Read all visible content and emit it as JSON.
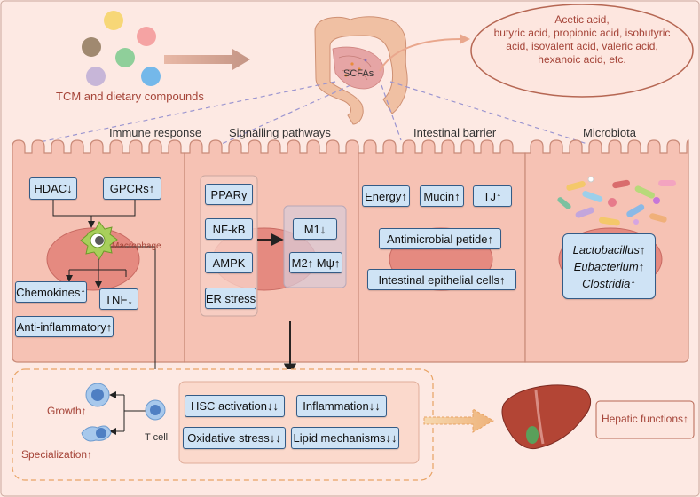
{
  "source": {
    "label": "TCM and dietary compounds"
  },
  "gut": {
    "label": "SCFAs"
  },
  "scfa_list": {
    "line1": "Acetic acid,",
    "line2": "butyric acid, propionic acid, isobutyric",
    "line3": "acid, isovalent acid, valeric acid,",
    "line4": "hexanoic acid, etc."
  },
  "panels": {
    "immune": {
      "title": "Immune response",
      "hdac": "HDAC↓",
      "gpcrs": "GPCRs↑",
      "macrophage": "Macrophage",
      "chemokines": "Chemokines↑",
      "tnf": "TNF↓",
      "anti": "Anti-inflammatory↑"
    },
    "signal": {
      "title": "Signalling pathways",
      "ppar": "PPARγ",
      "nfkb": "NF-kB",
      "ampk": "AMPK",
      "er": "ER stress",
      "m1": "M1↓",
      "m2": "M2↑ Mψ↑"
    },
    "barrier": {
      "title": "Intestinal barrier",
      "energy": "Energy↑",
      "mucin": "Mucin↑",
      "tj": "TJ↑",
      "amp": "Antimicrobial petide↑",
      "iec": "Intestinal epithelial cells↑"
    },
    "microbiota": {
      "title": "Microbiota",
      "b1": "Lactobacillus↑",
      "b2": "Eubacterium↑",
      "b3": "Clostridia↑"
    }
  },
  "bottom": {
    "growth": "Growth↑",
    "special": "Specialization↑",
    "tcell": "T cell",
    "hsc": "HSC activation↓↓",
    "infl": "Inflammation↓↓",
    "ox": "Oxidative stress↓↓",
    "lipid": "Lipid mechanisms↓↓",
    "hepatic": "Hepatic functions↑"
  },
  "colors": {
    "cell": "#f6c2b4",
    "cell_border": "#c98a78",
    "box_fill": "#cfe3f5",
    "box_border": "#335b86",
    "accent_red": "#a54438",
    "arrow_orange": "#f1b77d"
  }
}
